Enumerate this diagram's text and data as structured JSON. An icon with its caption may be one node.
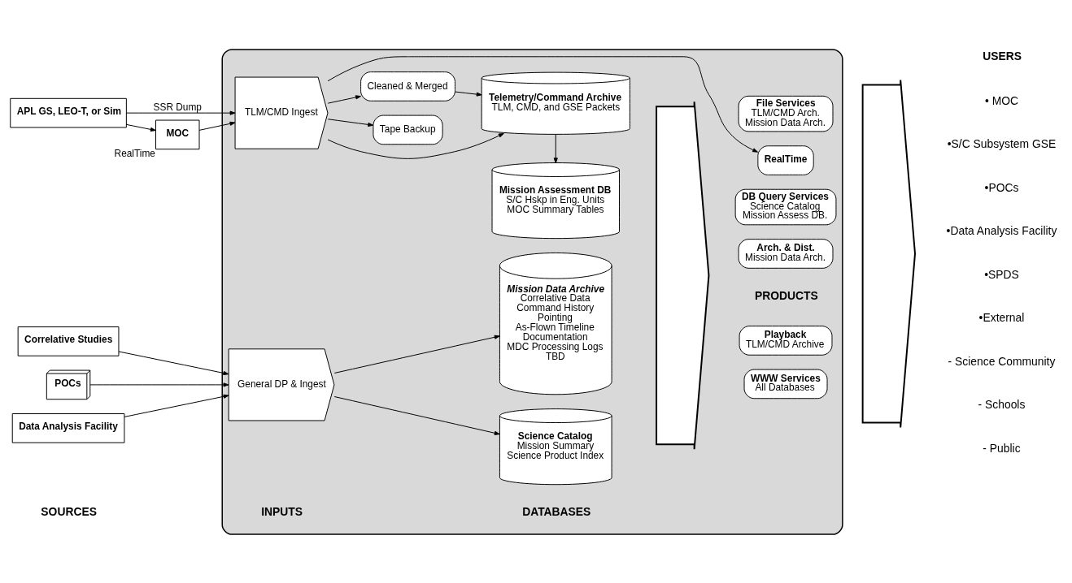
{
  "diagram": {
    "nodes": [
      {
        "text": [],
        "shape": "box"
      },
      {
        "text": [
          "APL GS, LEO-T, or Sim"
        ]
      },
      {
        "text": [
          "MOC"
        ],
        "beside": [
          "RealTime"
        ]
      },
      {
        "text": [
          "TLM/CMD Ingest"
        ],
        "in": 0
      },
      {
        "text": [
          "Cleaned & Merged"
        ],
        "in": 0
      },
      {
        "text": [
          "Tape Backup"
        ],
        "in": 0
      },
      {
        "text": [
          "Telemetry/Command Archive",
          "TLM, CMD, and GSE Packets"
        ],
        "in": 0
      },
      {
        "text": [
          "Mission Assessment DB",
          "S/C Hskp in Eng. Units",
          "MOC Summary Tables"
        ],
        "in": 0
      },
      {
        "text": [
          "Science Catalog",
          "Mission Summary",
          "Science Product Index"
        ],
        "in": 0
      },
      {
        "text": [
          "POCs"
        ]
      },
      {
        "text": [
          "Data Analysis Facility"
        ]
      },
      {
        "text": [
          "Correlative Studies"
        ]
      },
      {
        "text": [
          "General DP & Ingest"
        ],
        "in": 0
      },
      {
        "text": [
          "Mission Data Archive",
          "Correlative Data",
          "Command History",
          "Pointing",
          "As-Flown Timeline",
          "Documentation",
          "MDC Processing Logs",
          "TBD"
        ],
        "in": 0
      },
      {
        "text": [],
        "shape": "arrow",
        "in": 0
      },
      {
        "text": [
          "RealTime"
        ],
        "in": 0
      },
      {
        "text": [
          "Playback",
          "TLM/CMD Archive"
        ],
        "in": 0
      },
      {
        "text": [
          "WWW Services",
          "All Databases"
        ],
        "in": 0
      },
      {
        "text": [
          "File Services",
          "TLM/CMD Arch.",
          "Mission Data Arch."
        ],
        "in": 0
      },
      {
        "text": [
          "DB Query Services",
          "Science Catalog",
          "Mission Assess DB."
        ],
        "in": 0
      },
      {
        "text": [
          "Arch. & Dist.",
          "Mission Data Arch."
        ],
        "in": 0
      },
      {
        "text": [],
        "shape": "arrow"
      }
    ],
    "edges": [
      {
        "from": 1,
        "to": 2,
        "arrow": "to"
      },
      {
        "from": 2,
        "to": 3,
        "arrow": "to"
      },
      {
        "from": 1,
        "to": 3,
        "arrow": "to",
        "label": "SSR Dump"
      },
      {
        "from": 3,
        "to": 4,
        "arrow": "to"
      },
      {
        "from": 4,
        "to": 6,
        "arrow": "to"
      },
      {
        "from": 3,
        "to": 6,
        "arrow": "to"
      },
      {
        "from": 6,
        "to": 7,
        "arrow": "to"
      },
      {
        "from": 3,
        "to": 15,
        "arrow": "to"
      },
      {
        "from": 3,
        "to": 5,
        "arrow": "to"
      },
      {
        "from": 9,
        "to": 12,
        "arrow": "to"
      },
      {
        "from": 10,
        "to": 12,
        "arrow": "to"
      },
      {
        "from": 11,
        "to": 12,
        "arrow": "to"
      },
      {
        "from": 12,
        "to": 8,
        "arrow": "to"
      },
      {
        "from": 12,
        "to": 13,
        "arrow": "to"
      }
    ],
    "labels": [
      "SOURCES",
      "INPUTS",
      "DATABASES",
      "PRODUCTS",
      "USERS",
      "• MOC",
      "•S/C Subsystem GSE",
      "•POCs",
      "•Data Analysis Facility",
      "•SPDS",
      "•External",
      "- Science Community",
      "- Schools",
      "- Public"
    ]
  }
}
